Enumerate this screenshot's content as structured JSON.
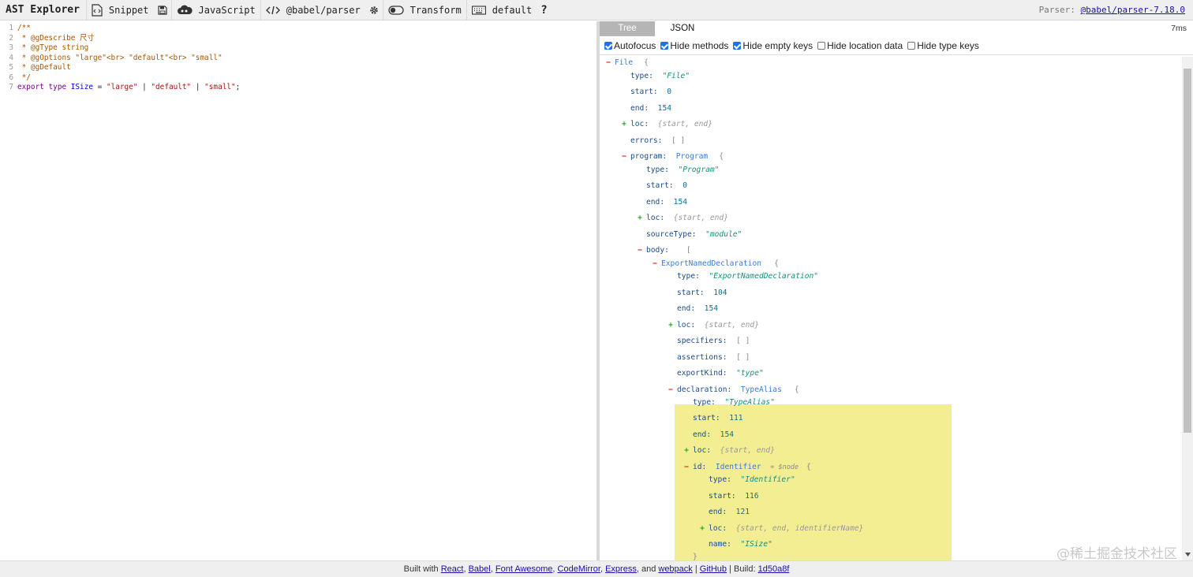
{
  "toolbar": {
    "brand": "AST Explorer",
    "snippet_label": "Snippet",
    "language_label": "JavaScript",
    "parser_label": "@babel/parser",
    "transform_label": "Transform",
    "keymap_label": "default",
    "help_label": "?",
    "parser_version_prefix": "Parser:",
    "parser_version_link": "@babel/parser-7.18.0"
  },
  "editor": {
    "lines": [
      {
        "num": "1",
        "text": "/**"
      },
      {
        "num": "2",
        "text": " * @gDescribe 尺寸"
      },
      {
        "num": "3",
        "text": " * @gType string"
      },
      {
        "num": "4",
        "text": " * @gOptions \"large\"<br> \"default\"<br> \"small\""
      },
      {
        "num": "5",
        "text": " * @gDefault"
      },
      {
        "num": "6",
        "text": " */"
      },
      {
        "num": "7",
        "text": "export type ISize = \"large\" | \"default\" | \"small\";"
      }
    ]
  },
  "output": {
    "tabs": [
      {
        "label": "Tree",
        "active": true
      },
      {
        "label": "JSON",
        "active": false
      }
    ],
    "timing": "7ms",
    "options": [
      {
        "label": "Autofocus",
        "checked": true
      },
      {
        "label": "Hide methods",
        "checked": true
      },
      {
        "label": "Hide empty keys",
        "checked": true
      },
      {
        "label": "Hide location data",
        "checked": false
      },
      {
        "label": "Hide type keys",
        "checked": false
      }
    ],
    "tree": {
      "file_label": "File",
      "file_type_key": "type:",
      "file_type_val": "\"File\"",
      "file_start_key": "start:",
      "file_start_val": "0",
      "file_end_key": "end:",
      "file_end_val": "154",
      "file_loc_key": "loc:",
      "file_loc_val": "{start, end}",
      "errors_key": "errors:",
      "errors_val": "[ ]",
      "program_key": "program:",
      "program_type": "Program",
      "prog_type_key": "type:",
      "prog_type_val": "\"Program\"",
      "prog_start_key": "start:",
      "prog_start_val": "0",
      "prog_end_key": "end:",
      "prog_end_val": "154",
      "prog_loc_key": "loc:",
      "prog_loc_val": "{start, end}",
      "source_key": "sourceType:",
      "source_val": "\"module\"",
      "body_key": "body:",
      "body_val": "[",
      "end_label": "ExportNamedDeclaration",
      "end_type_key": "type:",
      "end_type_val": "\"ExportNamedDeclaration\"",
      "end_start_key": "start:",
      "end_start_val": "104",
      "end_end_key": "end:",
      "end_end_val": "154",
      "end_loc_key": "loc:",
      "end_loc_val": "{start, end}",
      "spec_key": "specifiers:",
      "spec_val": "[ ]",
      "assert_key": "assertions:",
      "assert_val": "[ ]",
      "kind_key": "exportKind:",
      "kind_val": "\"type\"",
      "decl_key": "declaration:",
      "decl_type": "TypeAlias",
      "ta_type_key": "type:",
      "ta_type_val": "\"TypeAlias\"",
      "ta_start_key": "start:",
      "ta_start_val": "111",
      "ta_end_key": "end:",
      "ta_end_val": "154",
      "ta_loc_key": "loc:",
      "ta_loc_val": "{start, end}",
      "id_key": "id:",
      "id_type": "Identifier",
      "id_hint": "= $node",
      "id_type_key": "type:",
      "id_type_val": "\"Identifier\"",
      "id_start_key": "start:",
      "id_start_val": "116",
      "id_end_key": "end:",
      "id_end_val": "121",
      "id_loc_key": "loc:",
      "id_loc_val": "{start, end, identifierName}",
      "id_name_key": "name:",
      "id_name_val": "\"ISize\""
    }
  },
  "watermark": "@稀土掘金技术社区",
  "footer": {
    "built_with": "Built with",
    "links": [
      "React",
      "Babel",
      "Font Awesome",
      "CodeMirror",
      "Express",
      "webpack"
    ],
    "and": "and",
    "github": "GitHub",
    "build_label": "Build:",
    "build_hash": "1d50a8f"
  }
}
